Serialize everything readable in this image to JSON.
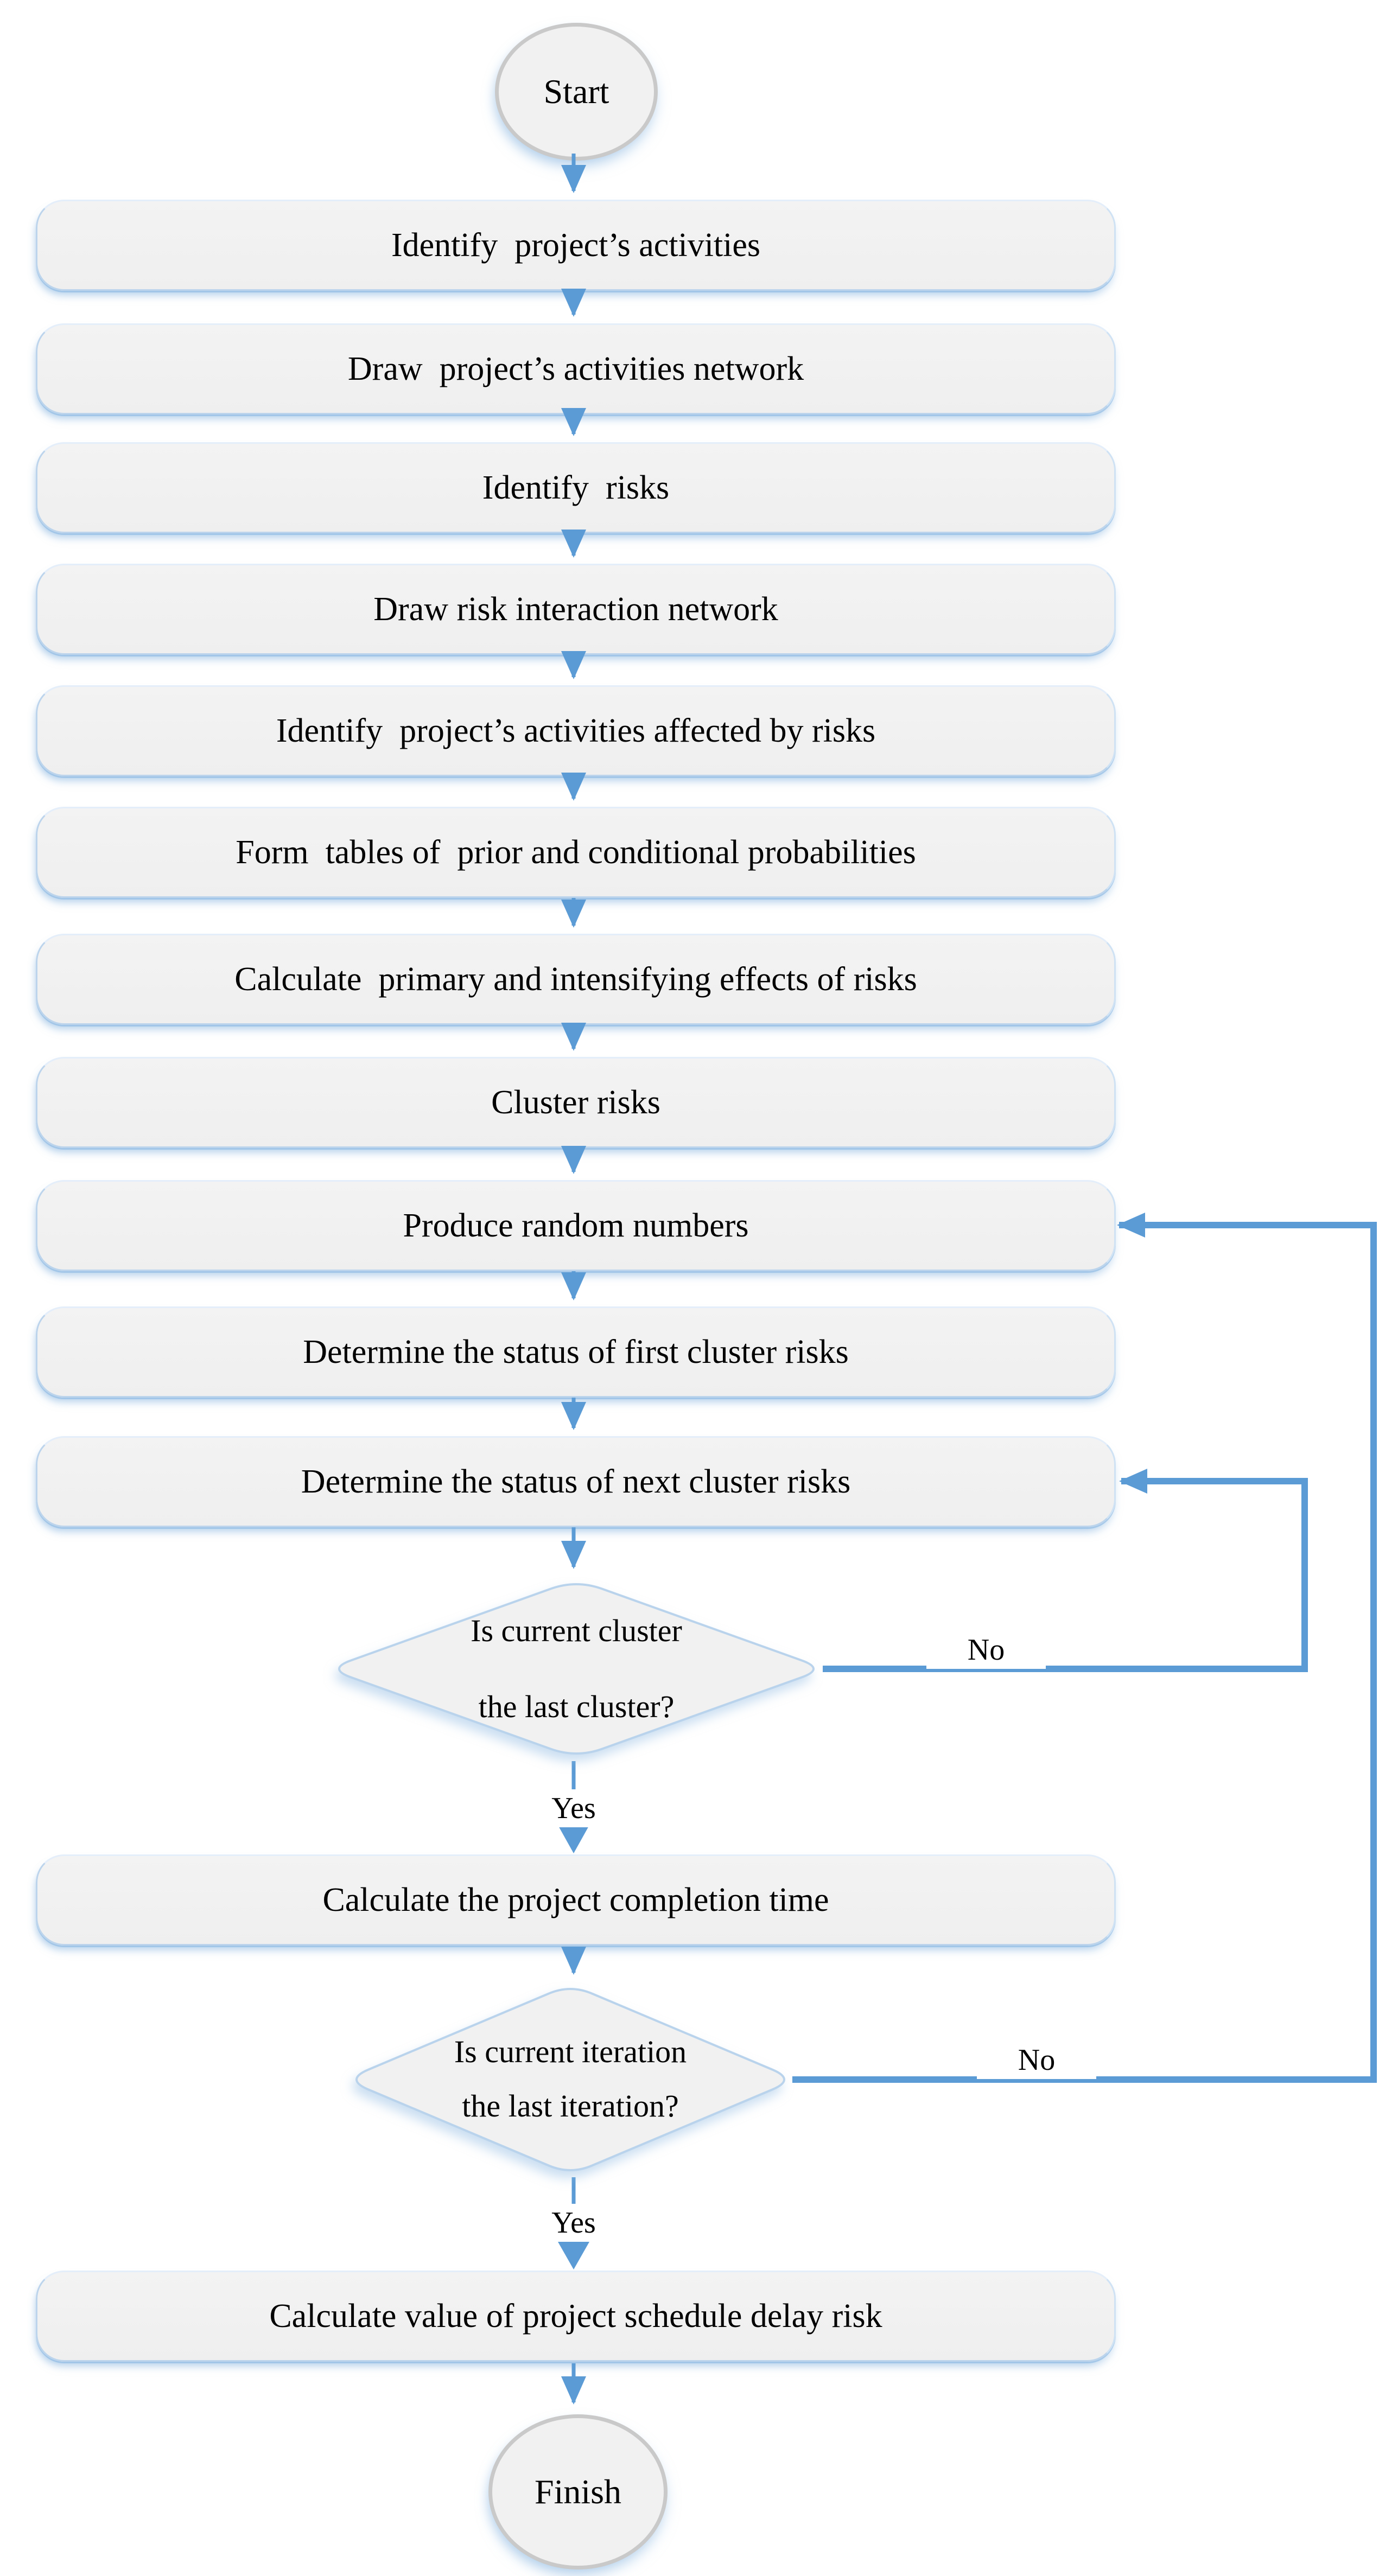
{
  "flowchart": {
    "terminals": {
      "start": "Start",
      "finish": "Finish"
    },
    "steps": [
      "Identify  project’s activities",
      "Draw  project’s activities network",
      "Identify  risks",
      "Draw risk interaction network",
      "Identify  project’s activities affected by risks",
      "Form  tables of  prior and conditional probabilities",
      "Calculate  primary and intensifying effects of risks",
      "Cluster risks",
      "Produce random numbers",
      "Determine the status of first cluster risks",
      "Determine the status of next cluster risks",
      "Calculate the project completion time",
      "Calculate value of project schedule delay risk"
    ],
    "decisions": [
      {
        "line1": "Is current cluster",
        "line2": "the last cluster?"
      },
      {
        "line1": "Is current iteration",
        "line2": "the last iteration?"
      }
    ],
    "edge_labels": {
      "yes1": "Yes",
      "no1": "No",
      "yes2": "Yes",
      "no2": "No"
    },
    "colors": {
      "arrow": "#5b9bd5",
      "shape_fill": "#f1f1f1",
      "shape_border": "#bcd4ec",
      "terminal_border": "#c9c9c9",
      "text": "#000000"
    }
  }
}
